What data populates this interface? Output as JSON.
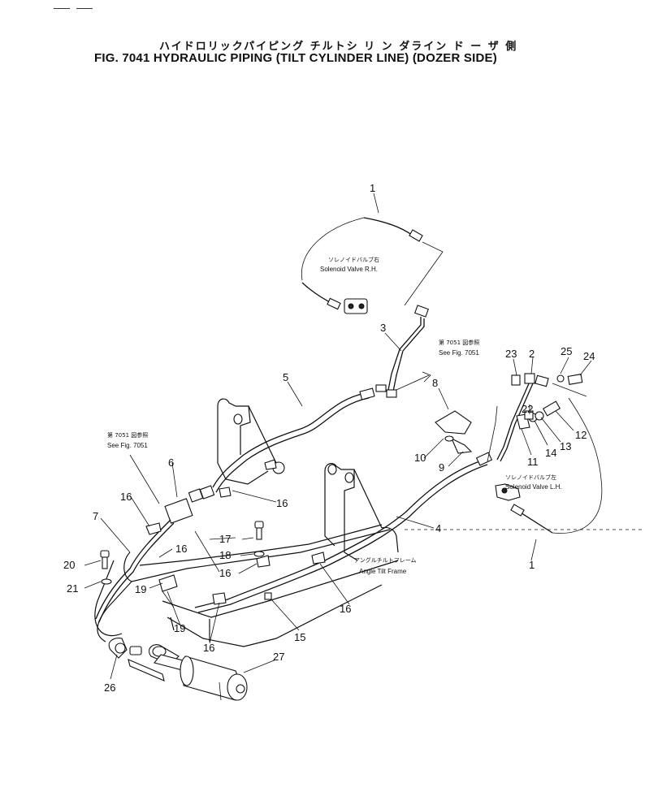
{
  "title_jp": "ハイドロリックパイピング チルトシ リ ン ダライン ド ー ザ 側",
  "title_en": "FIG. 7041  HYDRAULIC PIPING (TILT CYLINDER LINE) (DOZER SIDE)",
  "callouts": {
    "solenoid_rh_jp": "ソレノイドバルブ右",
    "solenoid_rh_en": "Solenoid Valve R.H.",
    "solenoid_lh_jp": "ソレノイドバルブ左",
    "solenoid_lh_en": "Solenoid Valve L.H.",
    "see_fig_right_jp": "第 7051 図参照",
    "see_fig_right_en": "See Fig. 7051",
    "see_fig_left_jp": "第 7051 図参照",
    "see_fig_left_en": "See Fig. 7051",
    "angle_tilt_jp": "アングルチルトフレーム",
    "angle_tilt_en": "Angle Tilt Frame"
  },
  "part_numbers": {
    "p1_top": "1",
    "p1_bottom": "1",
    "p2": "2",
    "p3": "3",
    "p4": "4",
    "p5": "5",
    "p6": "6",
    "p7": "7",
    "p8": "8",
    "p9": "9",
    "p10": "10",
    "p11": "11",
    "p12": "12",
    "p13": "13",
    "p14": "14",
    "p15": "15",
    "p16_a": "16",
    "p16_b": "16",
    "p16_c": "16",
    "p16_d": "16",
    "p16_e": "16",
    "p16_f": "16",
    "p17": "17",
    "p18": "18",
    "p19_a": "19",
    "p19_b": "19",
    "p20": "20",
    "p21": "21",
    "p22": "22",
    "p23": "23",
    "p24": "24",
    "p25": "25",
    "p26": "26",
    "p27": "27"
  }
}
